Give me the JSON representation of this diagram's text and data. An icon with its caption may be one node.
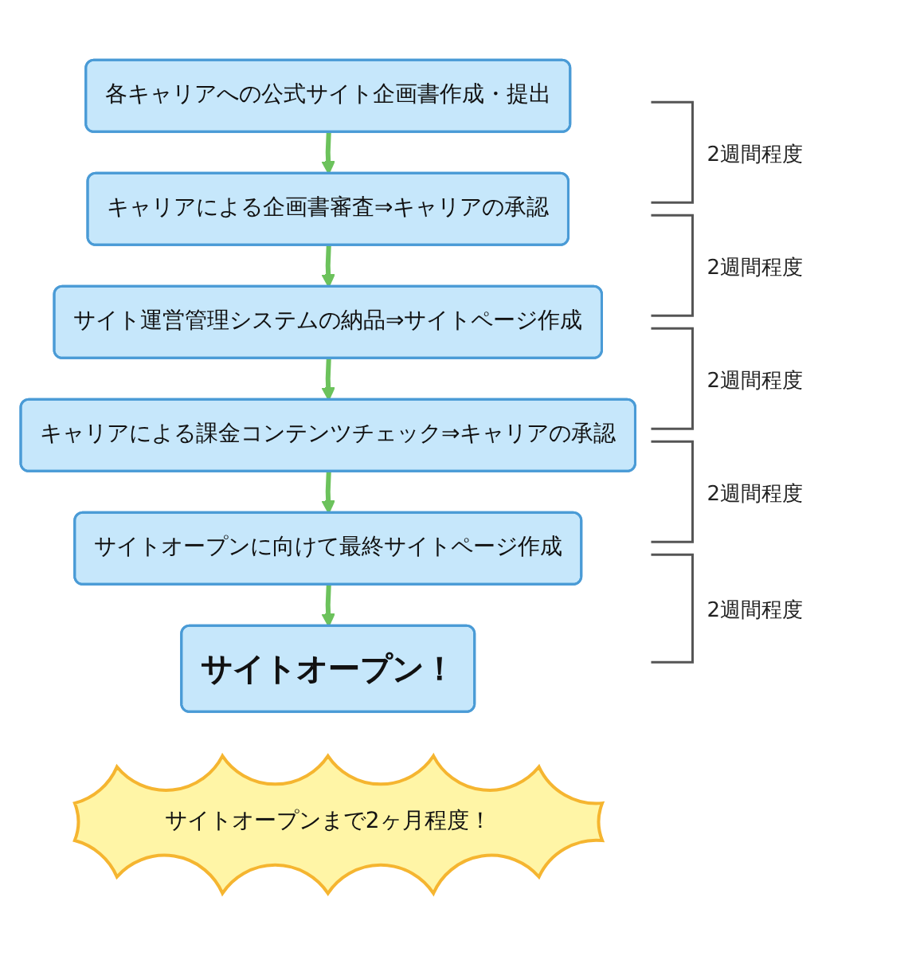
{
  "diagram": {
    "nodes": [
      {
        "text": [
          "各キャリアへの公式サイト企画書作成・提出"
        ]
      },
      {
        "text": [
          "キャリアによる企画書審査⇒キャリアの承認"
        ]
      },
      {
        "text": [
          "サイト運営管理システムの納品⇒サイトページ作成"
        ]
      },
      {
        "text": [
          "キャリアによる課金コンテンツチェック⇒キャリアの承認"
        ]
      },
      {
        "text": [
          "サイトオープンに向けて最終サイトページ作成"
        ]
      },
      {
        "text": [
          "サイトオープン！"
        ]
      },
      {
        "text": [
          "サイトオープンまで2ヶ月程度！"
        ]
      }
    ],
    "edges": [
      {
        "from": 0,
        "to": 1,
        "arrow": "to"
      },
      {
        "from": 1,
        "to": 2,
        "arrow": "to"
      },
      {
        "from": 2,
        "to": 3,
        "arrow": "to"
      },
      {
        "from": 3,
        "to": 4,
        "arrow": "to"
      },
      {
        "from": 4,
        "to": 5,
        "arrow": "to"
      }
    ],
    "labels": [
      "2週間程度",
      "2週間程度",
      "2週間程度",
      "2週間程度",
      "2週間程度"
    ]
  }
}
